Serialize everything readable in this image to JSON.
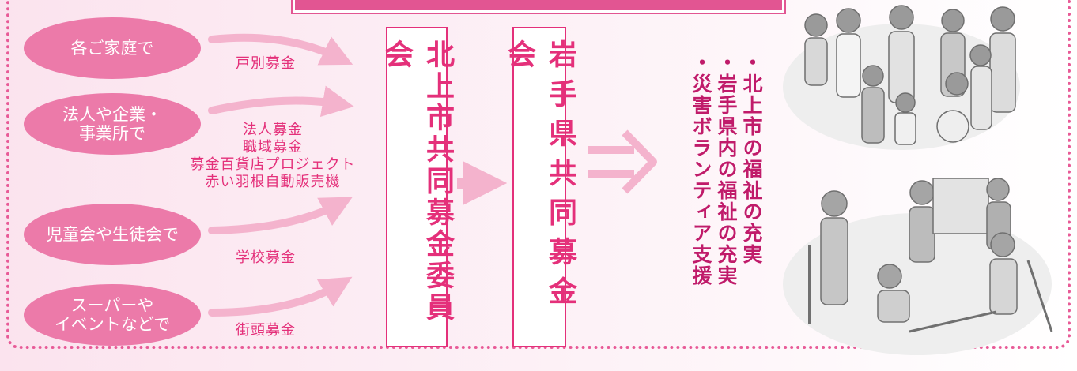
{
  "sources": [
    {
      "label": "各ご家庭で",
      "method": "戸別募金"
    },
    {
      "label": "法人や企業・\n事業所で",
      "method": "法人募金\n職域募金\n募金百貨店プロジェクト\n赤い羽根自動販売機"
    },
    {
      "label": "児童会や生徒会で",
      "method": "学校募金"
    },
    {
      "label": "スーパーや\nイベントなどで",
      "method": "街頭募金"
    }
  ],
  "committee": "北上市共同募金委員会",
  "prefecture": "岩手県共同募金会",
  "outcomes": "・北上市の福祉の充実\n・岩手県内の福祉の充実\n・災害ボランティア支援",
  "icons": [
    "arrow-right-icon",
    "double-arrow-icon",
    "people-illustration",
    "volunteers-illustration"
  ],
  "colors": {
    "accent": "#e4307a",
    "pill": "#ec7aa9",
    "arrow": "#f4b3cd",
    "frame": "#e85a97"
  }
}
